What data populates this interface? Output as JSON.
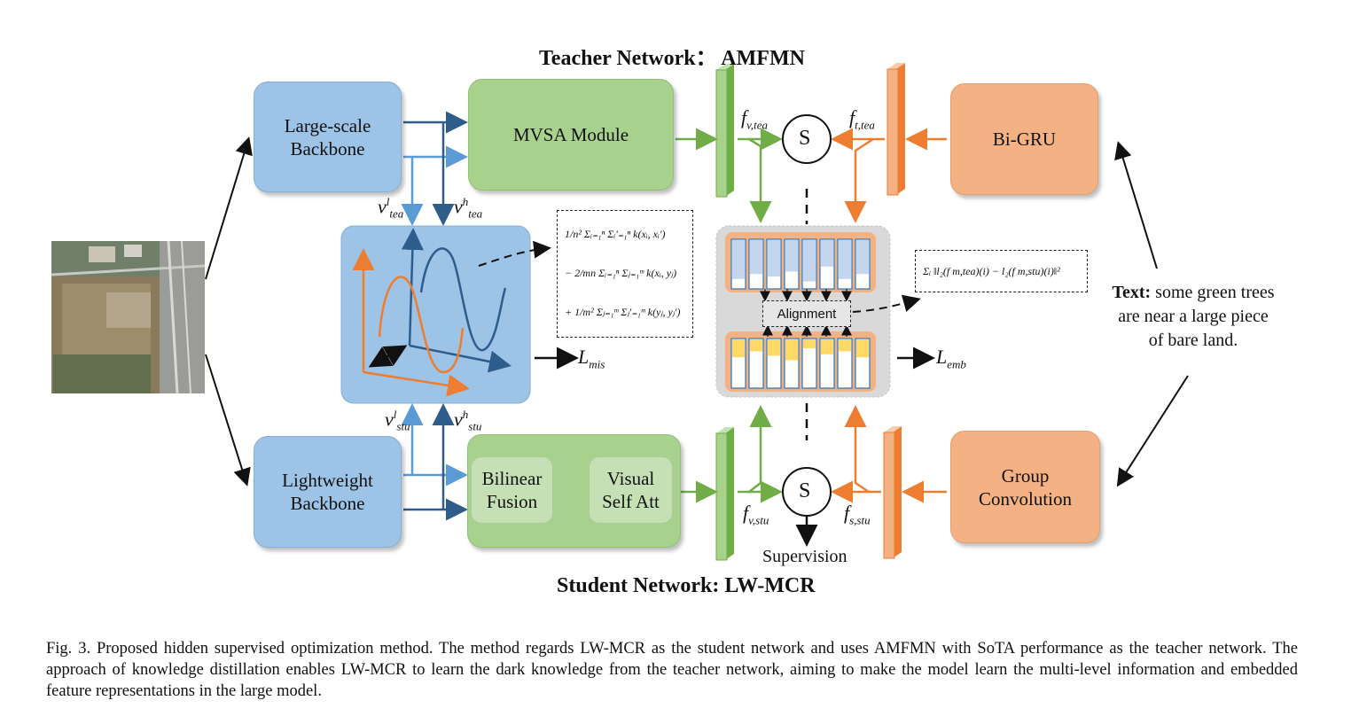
{
  "diagram": {
    "teacher_title": "Teacher Network： AMFMN",
    "student_title": "Student Network: LW-MCR",
    "boxes": {
      "large_backbone": "Large-scale\nBackbone",
      "mvsa": "MVSA Module",
      "bigru": "Bi-GRU",
      "light_backbone": "Lightweight\nBackbone",
      "bilinear": "Bilinear\nFusion",
      "visual_att": "Visual\nSelf Att",
      "group_conv": "Group\nConvolution"
    },
    "s_node_top": "S",
    "s_node_bottom": "S",
    "alignment": "Alignment",
    "supervision": "Supervision",
    "labels": {
      "f_v_tea": {
        "base": "f",
        "sub": "v,tea"
      },
      "f_t_tea": {
        "base": "f",
        "sub": "t,tea"
      },
      "f_v_stu": {
        "base": "f",
        "sub": "v,stu"
      },
      "f_s_stu": {
        "base": "f",
        "sub": "s,stu"
      },
      "v_l_tea": {
        "base": "v",
        "sup": "l",
        "sub": "tea"
      },
      "v_h_tea": {
        "base": "v",
        "sup": "h",
        "sub": "tea"
      },
      "v_l_stu": {
        "base": "v",
        "sup": "l",
        "sub": "stu"
      },
      "v_h_stu": {
        "base": "v",
        "sup": "h",
        "sub": "stu"
      },
      "l_mis": {
        "base": "L",
        "sub": "mis"
      },
      "l_emb": {
        "base": "L",
        "sub": "emb"
      }
    },
    "formula_mmd": [
      "1/n² Σᵢ₌₁ⁿ Σᵢ'₌₁ⁿ k(xᵢ, xᵢ')",
      "− 2/mn Σᵢ₌₁ⁿ Σⱼ₌₁ᵐ k(xᵢ, yⱼ)",
      "+ 1/m² Σⱼ₌₁ᵐ Σⱼ'₌₁ᵐ k(yⱼ, yⱼ')"
    ],
    "formula_emb": "Σᵢ ‖l₂(f m,tea)(i) − l₂(f m,stu)(i)‖²",
    "text_label": "Text:",
    "text_query": "some green trees\nare near a large piece\nof bare land.",
    "colors": {
      "blue_box": "#9dc3e6",
      "green_box": "#a9d18e",
      "orange_box": "#f4b183",
      "arrow_blue_dark": "#2e5d8c",
      "arrow_blue_light": "#5b9bd5",
      "arrow_green": "#70ad47",
      "arrow_orange": "#ed7d31"
    }
  },
  "caption": "Fig. 3.   Proposed hidden supervised optimization method. The method regards LW-MCR as the student network and uses AMFMN with SoTA performance as the teacher network. The approach of knowledge distillation enables LW-MCR to learn the dark knowledge from the teacher network, aiming to make the model learn the multi-level information and embedded feature representations in the large model."
}
